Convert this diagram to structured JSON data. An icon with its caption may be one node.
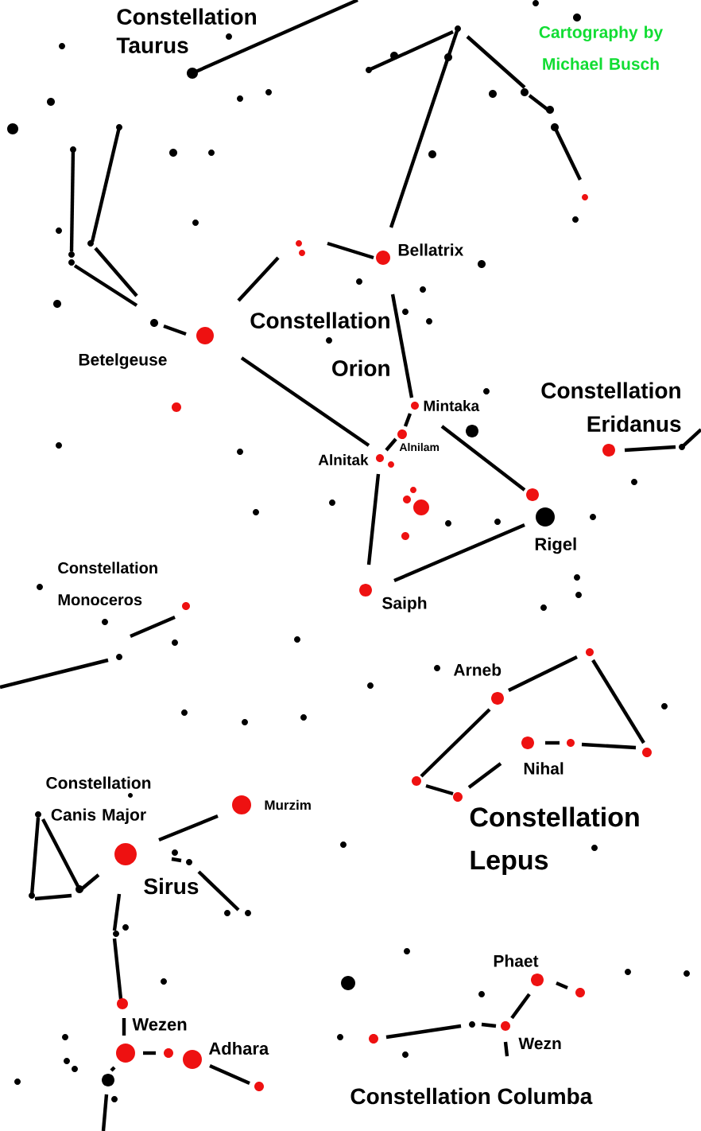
{
  "diagram": {
    "labels": [
      "Constellation Taurus",
      "Cartography by Michael Busch",
      "Bellatrix",
      "Betelgeuse",
      "Constellation Orion",
      "Mintaka",
      "Constellation Eridanus",
      "Alnilam",
      "Alnitak",
      "Rigel",
      "Constellation Monoceros",
      "Saiph",
      "Arneb",
      "Nihal",
      "Constellation Canis Major",
      "Murzim",
      "Sirus",
      "Constellation Lepus",
      "Phaet",
      "Wezen",
      "Adhara",
      "Wezn",
      "Constellation Columba"
    ]
  }
}
